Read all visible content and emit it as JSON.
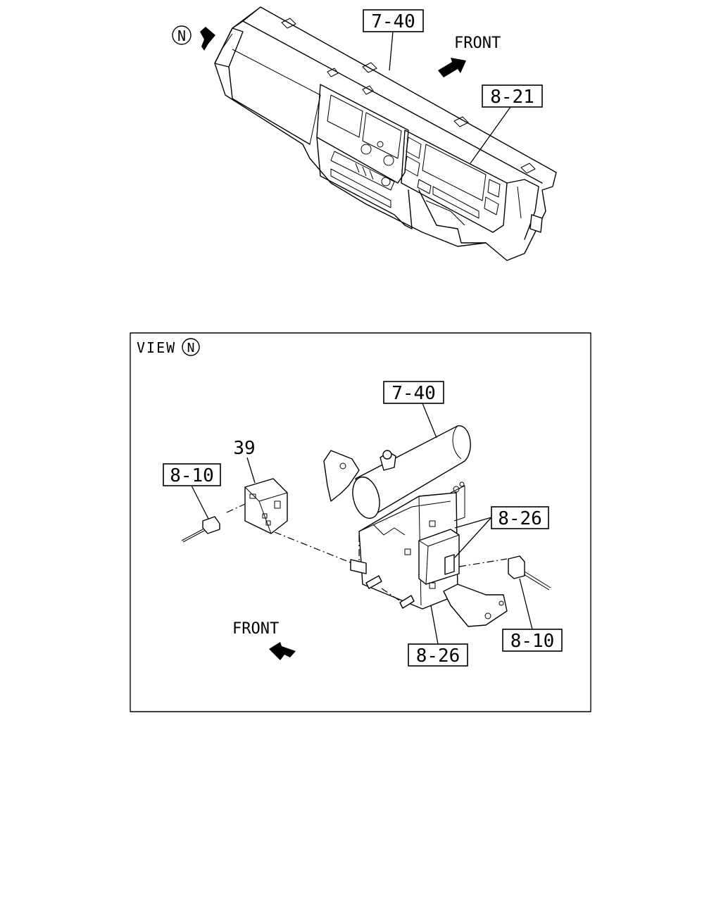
{
  "top_view": {
    "callouts": {
      "dash_panel": "7-40",
      "meter_cluster": "8-21"
    },
    "view_marker": "N",
    "front_label": "FRONT"
  },
  "detail_view": {
    "title_prefix": "VIEW",
    "title_marker": "N",
    "callouts": {
      "dash_bracket": "7-40",
      "relay_part": "39",
      "harness_left": "8-10",
      "relay_upper": "8-26",
      "relay_lower": "8-26",
      "harness_right": "8-10"
    },
    "front_label": "FRONT"
  }
}
